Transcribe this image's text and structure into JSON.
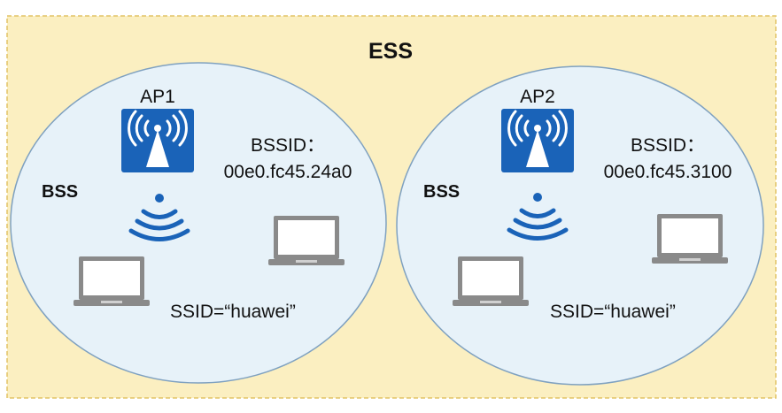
{
  "ess_label": "ESS",
  "colors": {
    "ess_fill": "#fbefc1",
    "ess_border": "#e2c466",
    "bss_fill": "#e7f2f9",
    "bss_border": "#7fa1c0",
    "ap_blue": "#1a63b8",
    "laptop_gray": "#8a8a8a"
  },
  "bss_cells": [
    {
      "bss_label": "BSS",
      "ap_label": "AP1",
      "bssid_label": "BSSID：",
      "bssid_value": "00e0.fc45.24a0",
      "ssid": "SSID=“huawei”"
    },
    {
      "bss_label": "BSS",
      "ap_label": "AP2",
      "bssid_label": "BSSID：",
      "bssid_value": "00e0.fc45.3100",
      "ssid": "SSID=“huawei”"
    }
  ]
}
